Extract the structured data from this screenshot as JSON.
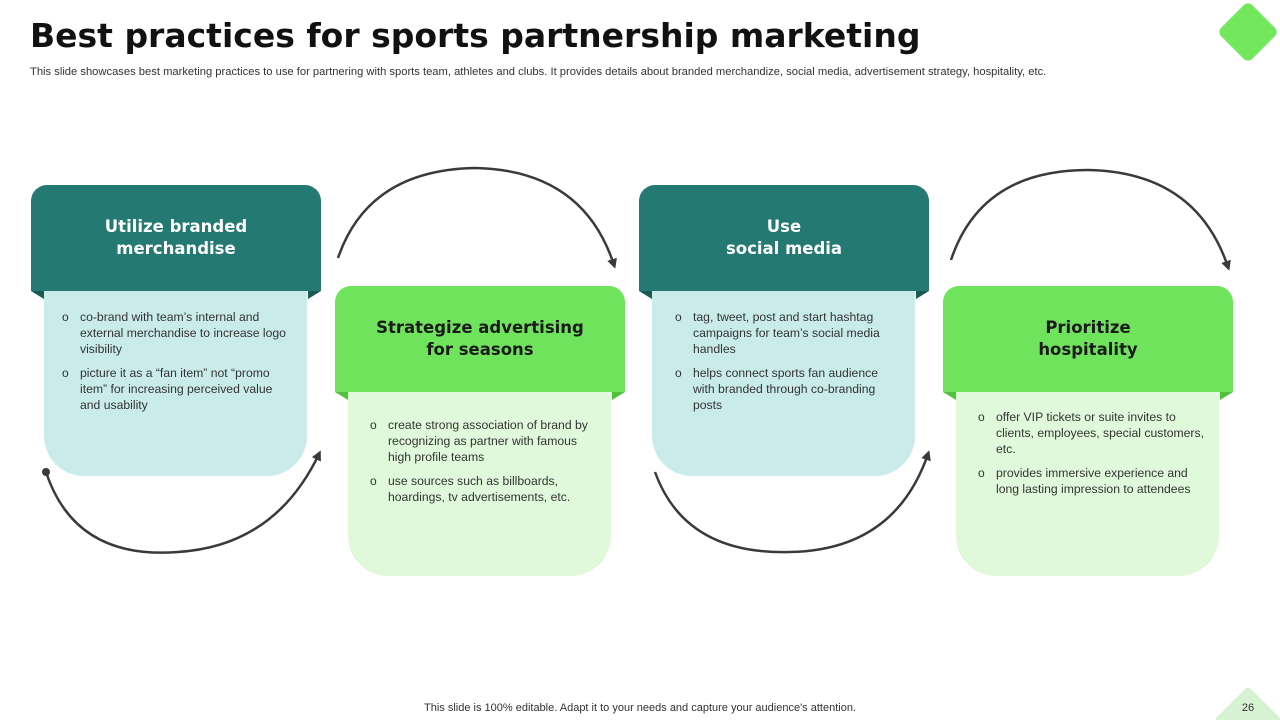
{
  "slide": {
    "title": "Best practices for sports partnership marketing",
    "subtitle": "This slide showcases best marketing practices to use for partnering with sports team, athletes and clubs. It provides details about branded merchandize, social media, advertisement strategy, hospitality, etc.",
    "footer": "This slide is 100% editable. Adapt it to your needs and capture your audience's attention.",
    "page_number": "26",
    "bullet_mark": "o"
  },
  "colors": {
    "dark_header": "#247a72",
    "dark_body": "#c9eceb",
    "light_header": "#70e35c",
    "light_body": "#e0f9db",
    "corner_accent": "#72e65c"
  },
  "cards": [
    {
      "heading": "Utilize branded\nmerchandise",
      "bullets": [
        "co-brand with team’s internal and external merchandise to increase logo visibility",
        "picture it as a “fan item” not “promo item” for increasing perceived value and usability"
      ]
    },
    {
      "heading": "Strategize advertising\nfor seasons",
      "bullets": [
        "create strong association of brand by recognizing as partner with famous high profile teams",
        "use sources such as billboards, hoardings, tv advertisements,  etc."
      ]
    },
    {
      "heading": "Use\nsocial media",
      "bullets": [
        "tag, tweet, post and start hashtag campaigns for team’s social media handles",
        "helps connect sports fan audience with branded through co-branding  posts"
      ]
    },
    {
      "heading": "Prioritize\nhospitality",
      "bullets": [
        "offer VIP tickets or suite invites to clients, employees, special customers, etc.",
        "provides immersive experience and long lasting impression to attendees"
      ]
    }
  ]
}
